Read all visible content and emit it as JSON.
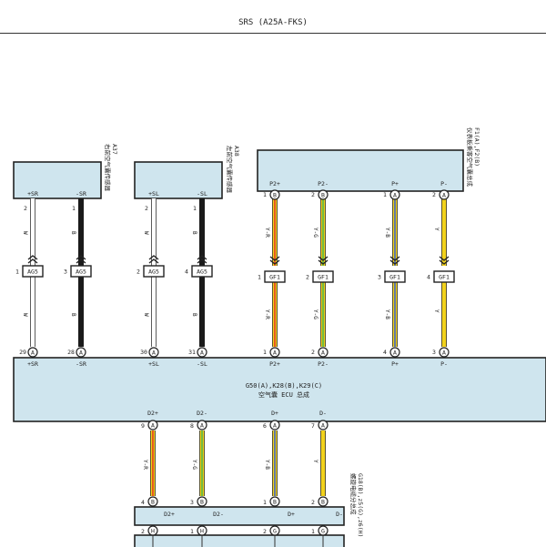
{
  "title": "SRS (A25A-FKS)",
  "components": {
    "a37": {
      "label": "A37\n右前空气囊传感器",
      "pin_labels": [
        "+SR",
        "-SR"
      ],
      "pins": [
        "2",
        "1"
      ]
    },
    "a38": {
      "label": "A38\n左前空气囊传感器",
      "pin_labels": [
        "+SL",
        "-SL"
      ],
      "pins": [
        "2",
        "1"
      ]
    },
    "f1": {
      "label": "F1(A),F2(B)\n仪表板乘客空气囊总成",
      "pin_labels": [
        "P2+",
        "P2-",
        "P+",
        "P-"
      ],
      "pins": [
        "1",
        "2",
        "1",
        "2"
      ],
      "pin_letters": [
        "B",
        "B",
        "A",
        "A"
      ]
    },
    "ecu": {
      "line1": "G50(A),K28(B),K29(C)",
      "line2": "空气囊 ECU 总成",
      "top_labels": [
        "+SR",
        "-SR",
        "+SL",
        "-SL",
        "P2+",
        "P2-",
        "P+",
        "P-"
      ],
      "top_pins": [
        "29",
        "28",
        "30",
        "31",
        "1",
        "2",
        "4",
        "3"
      ],
      "top_letters": [
        "A",
        "A",
        "A",
        "A",
        "A",
        "A",
        "A",
        "A"
      ],
      "bottom_labels": [
        "D2+",
        "D2-",
        "D+",
        "D-"
      ],
      "bottom_pins": [
        "9",
        "8",
        "6",
        "7"
      ],
      "bottom_letters": [
        "A",
        "A",
        "A",
        "A"
      ]
    },
    "g18": {
      "label": "G18(B),z5(G),z6(H)\n螺旋电缆分总成",
      "pin_labels": [
        "D2+",
        "D2-",
        "D+",
        "D-"
      ],
      "pins": [
        "4",
        "3",
        "1",
        "2"
      ],
      "pin_letters": [
        "B",
        "B",
        "B",
        "B"
      ],
      "lower_pins": [
        "2",
        "1",
        "2",
        "1"
      ],
      "lower_letters": [
        "H",
        "H",
        "G",
        "G"
      ]
    }
  },
  "connectors": {
    "ag5": {
      "label": "AG5",
      "pins": [
        "1",
        "3",
        "2",
        "4"
      ]
    },
    "gf1": {
      "label": "GF1",
      "pins": [
        "1",
        "2",
        "3",
        "4"
      ]
    }
  },
  "wire_colors": {
    "ag5_wires": [
      "W",
      "B",
      "W",
      "B"
    ],
    "gf1_wires": [
      "Y-R",
      "Y-G",
      "Y-B",
      "Y"
    ],
    "d_wires": [
      "Y-R",
      "Y-G",
      "Y-B",
      "Y"
    ]
  },
  "colors": {
    "box_fill": "#cfe5ee",
    "wire_white": "#ffffff",
    "wire_black": "#1a1a1a",
    "wire_yellow": "#f2d21b",
    "wire_red": "#e23b1f",
    "wire_green": "#4fb54a",
    "wire_blue": "#3a62c4"
  }
}
